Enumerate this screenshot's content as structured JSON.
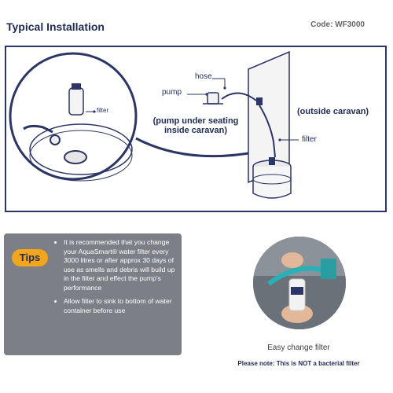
{
  "header": {
    "title": "Typical Installation",
    "code": "Code: WF3000"
  },
  "diagram": {
    "labels": {
      "filter_inset": "filter",
      "pump": "pump",
      "hose": "hose",
      "outside": "(outside caravan)",
      "pump_under_line1": "(pump under seating",
      "pump_under_line2": "inside caravan)",
      "filter": "filter"
    },
    "line_color": "#2b3566"
  },
  "tips": {
    "badge": "Tips",
    "items": [
      "It is recommended that you change your AquaSmart® water filter every 3000 litres or after approx 30 days of use as smells and debris will build up in the filter and effect the pump's performance",
      "Allow filter to sink to bottom of water container before use"
    ],
    "badge_color": "#f3a51c",
    "panel_color": "#7d7f86"
  },
  "photo": {
    "caption": "Easy change filter",
    "note": "Please note: This is NOT a bacterial filter"
  }
}
